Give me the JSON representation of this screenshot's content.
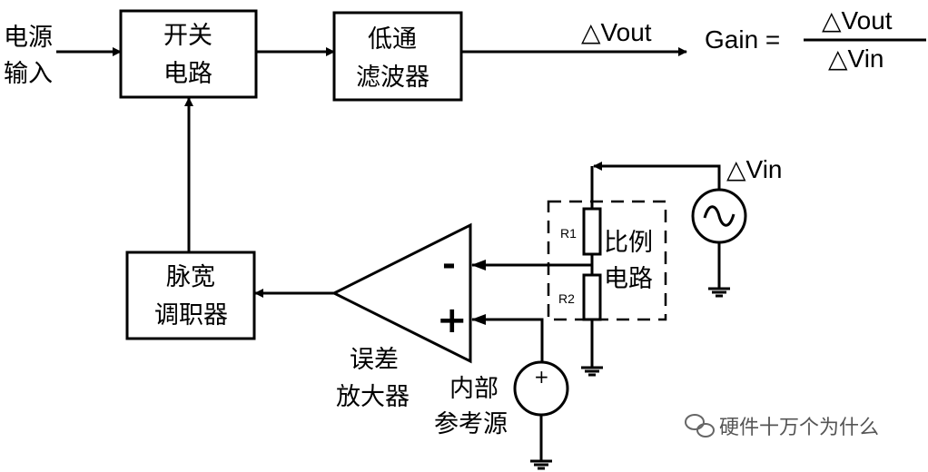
{
  "diagram": {
    "input_label": [
      "电源",
      "输入"
    ],
    "blocks": {
      "switch_circuit": [
        "开关",
        "电路"
      ],
      "lowpass_filter": [
        "低通",
        "滤波器"
      ],
      "pwm_modulator": [
        "脉宽",
        "调职器"
      ]
    },
    "vout_label": "△Vout",
    "gain": {
      "prefix": "Gain =",
      "numerator": "△Vout",
      "denominator": "△Vin"
    },
    "vin_label": "△Vin",
    "divider": {
      "r1": "R1",
      "r2": "R2",
      "label": [
        "比例",
        "电路"
      ]
    },
    "amplifier": {
      "minus": "-",
      "plus": "+",
      "label": [
        "误差",
        "放大器"
      ]
    },
    "reference": {
      "sign": "+",
      "label": [
        "内部",
        "参考源"
      ]
    },
    "watermark": "硬件十万个为什么"
  }
}
